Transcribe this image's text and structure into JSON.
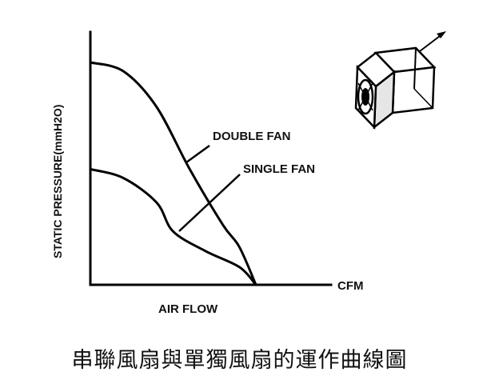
{
  "chart_data": {
    "type": "line",
    "xlabel": "AIR FLOW",
    "ylabel": "STATIC PRESSURE(mmH2O)",
    "x_unit": "CFM",
    "series": [
      {
        "name": "DOUBLE FAN",
        "points": [
          [
            0,
            100
          ],
          [
            10,
            96
          ],
          [
            20,
            80
          ],
          [
            30,
            52
          ],
          [
            40,
            27
          ],
          [
            45,
            17
          ],
          [
            50,
            0
          ]
        ]
      },
      {
        "name": "SINGLE FAN",
        "points": [
          [
            0,
            52
          ],
          [
            10,
            48
          ],
          [
            20,
            37
          ],
          [
            25,
            24
          ],
          [
            35,
            15
          ],
          [
            45,
            8
          ],
          [
            50,
            0
          ]
        ]
      }
    ],
    "xlim": [
      0,
      50
    ],
    "ylim": [
      0,
      100
    ]
  },
  "caption": "串聯風扇與單獨風扇的運作曲線圖",
  "icons": {
    "fan_pair": "stacked-fans-icon",
    "arrow": "airflow-arrow-icon"
  }
}
